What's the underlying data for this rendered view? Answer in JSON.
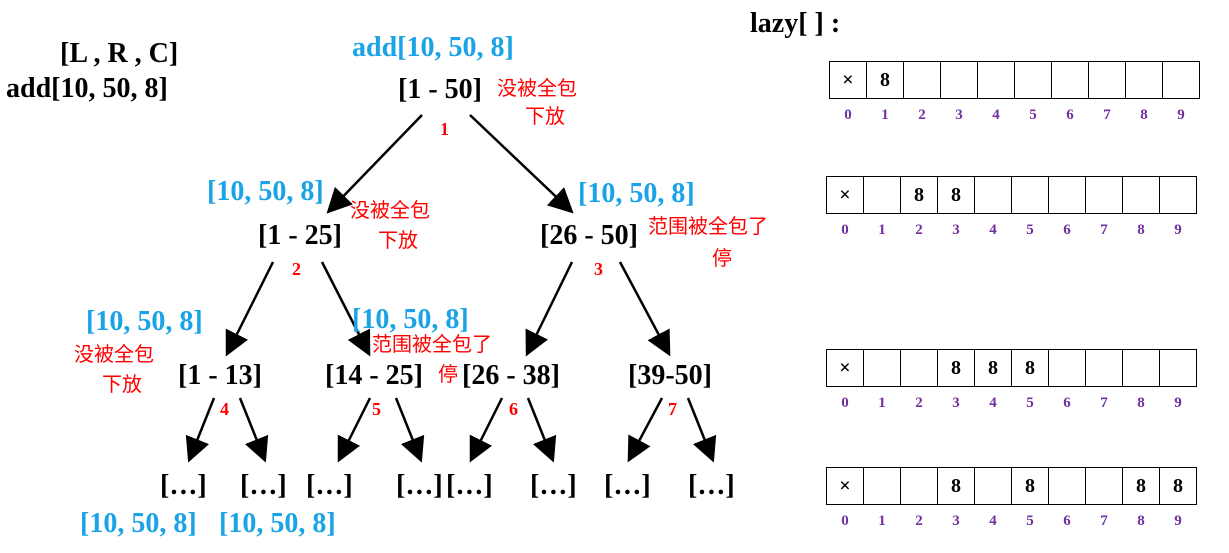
{
  "header": {
    "format": "[L , R , C]",
    "operation": "add[10, 50, 8]",
    "lazy_label": "lazy[  ] :"
  },
  "nodes": [
    {
      "range": "[1 - 50]",
      "index": "1",
      "tag": "add[10, 50, 8]",
      "note_line1": "没被全包",
      "note_line2": "下放"
    },
    {
      "range": "[1 - 25]",
      "index": "2",
      "tag": "[10, 50, 8]",
      "note_line1": "没被全包",
      "note_line2": "下放"
    },
    {
      "range": "[26 - 50]",
      "index": "3",
      "tag": "[10, 50, 8]",
      "note_line1": "范围被全包了",
      "note_line2": "停"
    },
    {
      "range": "[1 - 13]",
      "index": "4",
      "tag": "[10, 50, 8]",
      "note_line1": "没被全包",
      "note_line2": "下放"
    },
    {
      "range": "[14 - 25]",
      "index": "5",
      "tag": "[10, 50, 8]",
      "note_line1": "范围被全包了",
      "note_line2": "停"
    },
    {
      "range": "[26 - 38]",
      "index": "6"
    },
    {
      "range": "[39-50]",
      "index": "7"
    }
  ],
  "leaves": [
    "[…]",
    "[…]",
    "[…]",
    "[…]",
    "[…]",
    "[…]",
    "[…]",
    "[…]"
  ],
  "leaf_tags": [
    "[10, 50, 8]",
    "[10, 50, 8]"
  ],
  "lazy_arrays": [
    {
      "cells": [
        "×",
        "8",
        "",
        "",
        "",
        "",
        "",
        "",
        "",
        ""
      ]
    },
    {
      "cells": [
        "×",
        "",
        "8",
        "8",
        "",
        "",
        "",
        "",
        "",
        ""
      ]
    },
    {
      "cells": [
        "×",
        "",
        "",
        "8",
        "8",
        "8",
        "",
        "",
        "",
        ""
      ]
    },
    {
      "cells": [
        "×",
        "",
        "",
        "8",
        "",
        "8",
        "",
        "",
        "8",
        "8"
      ]
    }
  ],
  "array_indices": [
    "0",
    "1",
    "2",
    "3",
    "4",
    "5",
    "6",
    "7",
    "8",
    "9"
  ],
  "colors": {
    "tag": "#1aa3e6",
    "note": "#ff0000",
    "index": "#7030a0",
    "text": "#000000"
  }
}
